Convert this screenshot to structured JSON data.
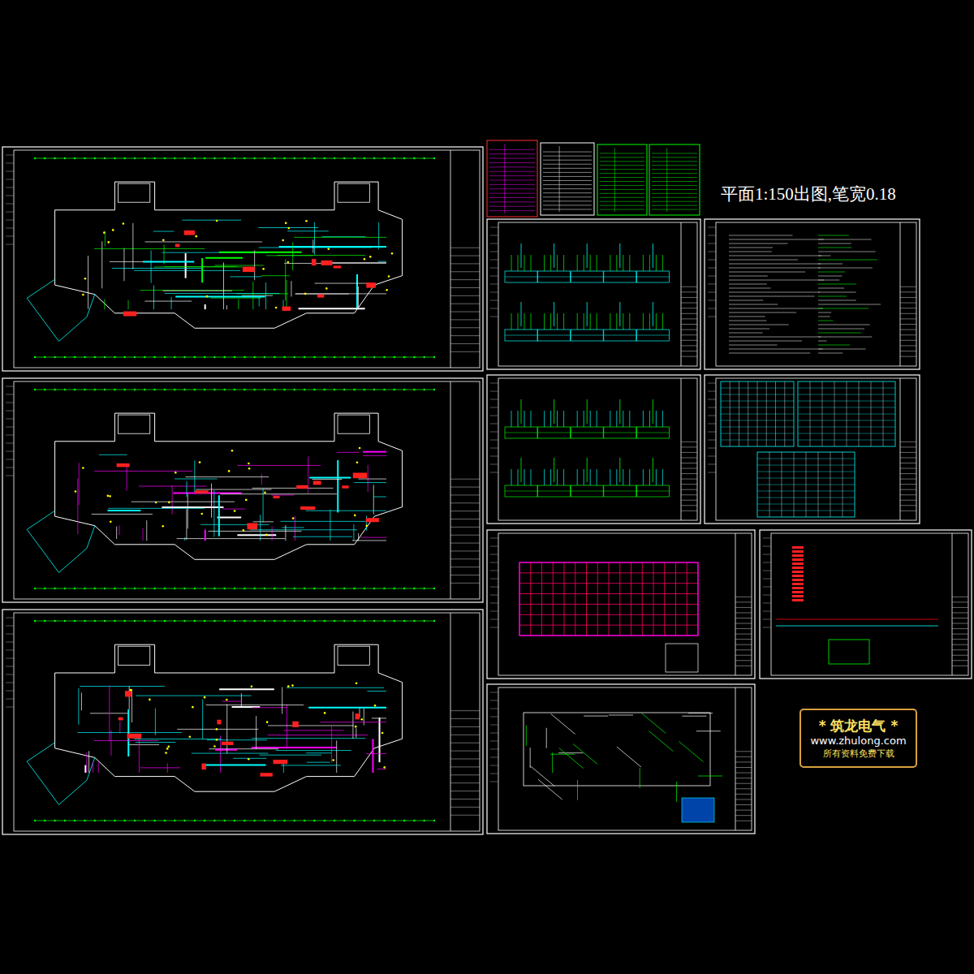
{
  "diagram": {
    "nodes": [
      {
        "text": [
          "* 筑龙电气 *",
          "www.zhulong.com",
          "所有资料免费下载"
        ]
      }
    ],
    "edges": [],
    "labels": [
      "平面1:150出图,笔宽0.18"
    ]
  }
}
